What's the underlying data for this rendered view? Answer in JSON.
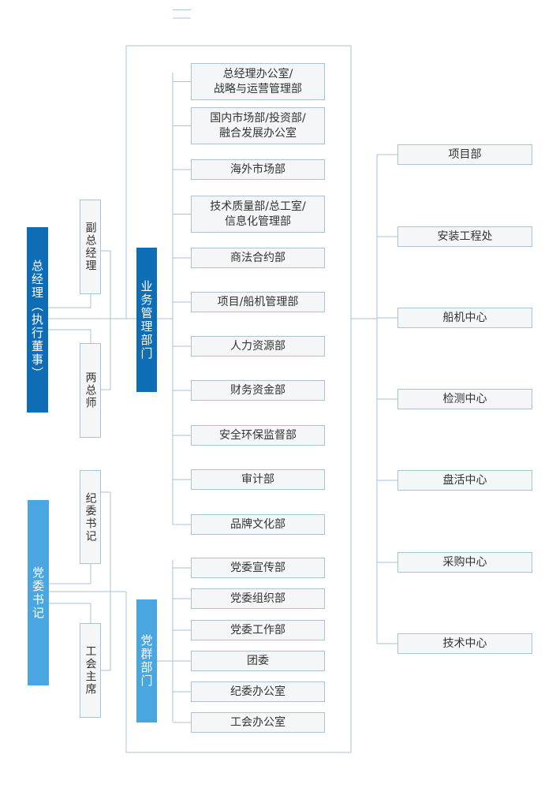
{
  "leaders": {
    "gm": "总经理（执行董事）",
    "party": "党委书记",
    "deputy_gm": "副总经理",
    "two_chiefs": "两总师",
    "discipline": "纪委书记",
    "union": "工会主席"
  },
  "groups": {
    "business": "业务管理部门",
    "party": "党群部门"
  },
  "business_departments": [
    "总经理办公室/\n战略与运营管理部",
    "国内市场部/投资部/\n融合发展办公室",
    "海外市场部",
    "技术质量部/总工室/\n信息化管理部",
    "商法合约部",
    "项目/船机管理部",
    "人力资源部",
    "财务资金部",
    "安全环保监督部",
    "审计部",
    "品牌文化部"
  ],
  "party_departments": [
    "党委宣传部",
    "党委组织部",
    "党委工作部",
    "团委",
    "纪委办公室",
    "工会办公室"
  ],
  "units": [
    "项目部",
    "安装工程处",
    "船机中心",
    "检测中心",
    "盘活中心",
    "采购中心",
    "技术中心"
  ],
  "colors": {
    "dark_blue": "#0f6db6",
    "light_blue": "#4aa6e0",
    "box_fill": "#f5f6f7",
    "line": "#a7c3d6"
  }
}
